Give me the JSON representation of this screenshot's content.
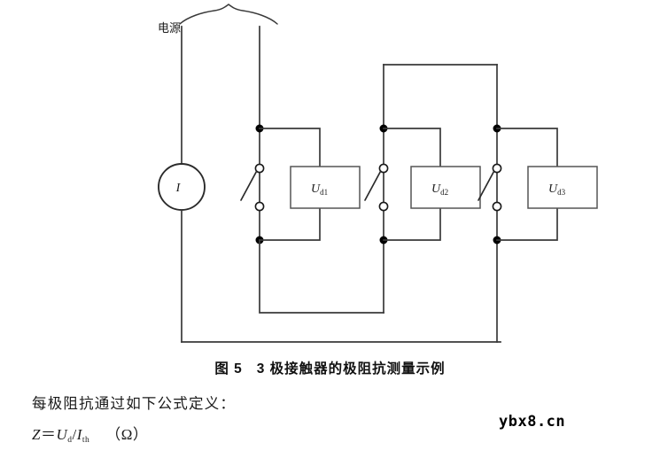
{
  "figure": {
    "source_label": "电源",
    "current_source_label": "I",
    "poles": [
      {
        "name": "pole-1",
        "meter_label": "U",
        "meter_sub": "d1"
      },
      {
        "name": "pole-2",
        "meter_label": "U",
        "meter_sub": "d2"
      },
      {
        "name": "pole-3",
        "meter_label": "U",
        "meter_sub": "d3"
      }
    ],
    "colors": {
      "wire": "#3a3a3a",
      "node": "#000000",
      "box_stroke": "#555555",
      "background": "#ffffff"
    }
  },
  "caption": {
    "figure_number": "图 5",
    "title": "3 极接触器的极阻抗测量示例"
  },
  "body": {
    "intro": "每极阻抗通过如下公式定义：",
    "formula": {
      "z": "Z",
      "equals": "＝",
      "numerator": "U",
      "numerator_sub": "d",
      "slash": "/",
      "denominator": "I",
      "denominator_sub": "th",
      "unit": "（Ω）"
    }
  },
  "watermark": {
    "text": "ybx8.cn"
  }
}
